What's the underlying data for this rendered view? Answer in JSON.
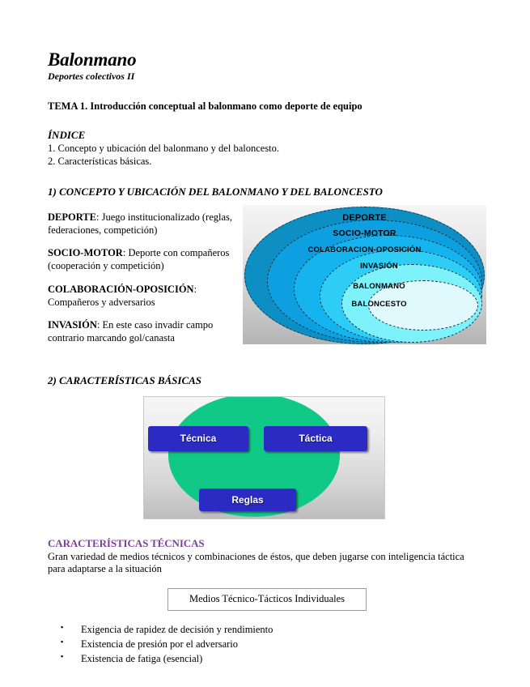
{
  "document": {
    "title": "Balonmano",
    "subtitle": "Deportes colectivos II",
    "tema": "TEMA 1. Introducción conceptual al balonmano como deporte de equipo",
    "indice": {
      "heading": "ÍNDICE",
      "items": [
        "1. Concepto y ubicación del balonmano y del baloncesto.",
        "2. Características básicas."
      ]
    }
  },
  "section1": {
    "heading": "1) CONCEPTO Y UBICACIÓN DEL BALONMANO Y DEL BALONCESTO",
    "definitions": [
      {
        "term": "DEPORTE",
        "text": ": Juego institucionalizado (reglas, federaciones, competición)"
      },
      {
        "term": "SOCIO-MOTOR",
        "text": ": Deporte con compañeros (cooperación y competición)"
      },
      {
        "term": "COLABORACIÓN-OPOSICIÓN",
        "text": ": Compañeros y adversarios"
      },
      {
        "term": "INVASIÓN",
        "text": ": En este caso invadir campo contrario marcando gol/canasta"
      }
    ],
    "diagram": {
      "name": "nested-ellipses-diagram",
      "labels": {
        "ring1": "DEPORTE",
        "ring2": "SOCIO-MOTOR",
        "ring3": "COLABORACION-OPOSICIÓN",
        "ring4": "INVASIÓN",
        "core1": "BALONMANO",
        "core2": "BALONCESTO"
      },
      "colors": {
        "ring1": "#0e8fc4",
        "ring2": "#0e9fe0",
        "ring3": "#16b4ef",
        "ring4": "#2ecdf6",
        "ring5": "#7df2fb",
        "core": "#dff9fd"
      }
    }
  },
  "section2": {
    "heading": "2) CARACTERÍSTICAS BÁSICAS",
    "diagram": {
      "name": "green-oval-diagram",
      "boxes": [
        "Técnica",
        "Táctica",
        "Reglas"
      ],
      "colors": {
        "oval": "#11c987",
        "box": "#2b2bc4",
        "box_text": "#ffffff"
      }
    }
  },
  "section3": {
    "heading": "CARACTERÍSTICAS TÉCNICAS",
    "heading_color": "#7b3f98",
    "body": "Gran variedad de medios técnicos y combinaciones de éstos, que deben jugarse con inteligencia táctica para adaptarse a la situación",
    "boxed_label": "Medios Técnico-Tácticos Individuales",
    "bullets": [
      "Exigencia de rapidez de decisión y rendimiento",
      "Existencia de presión por el adversario",
      "Existencia de fatiga (esencial)"
    ]
  }
}
